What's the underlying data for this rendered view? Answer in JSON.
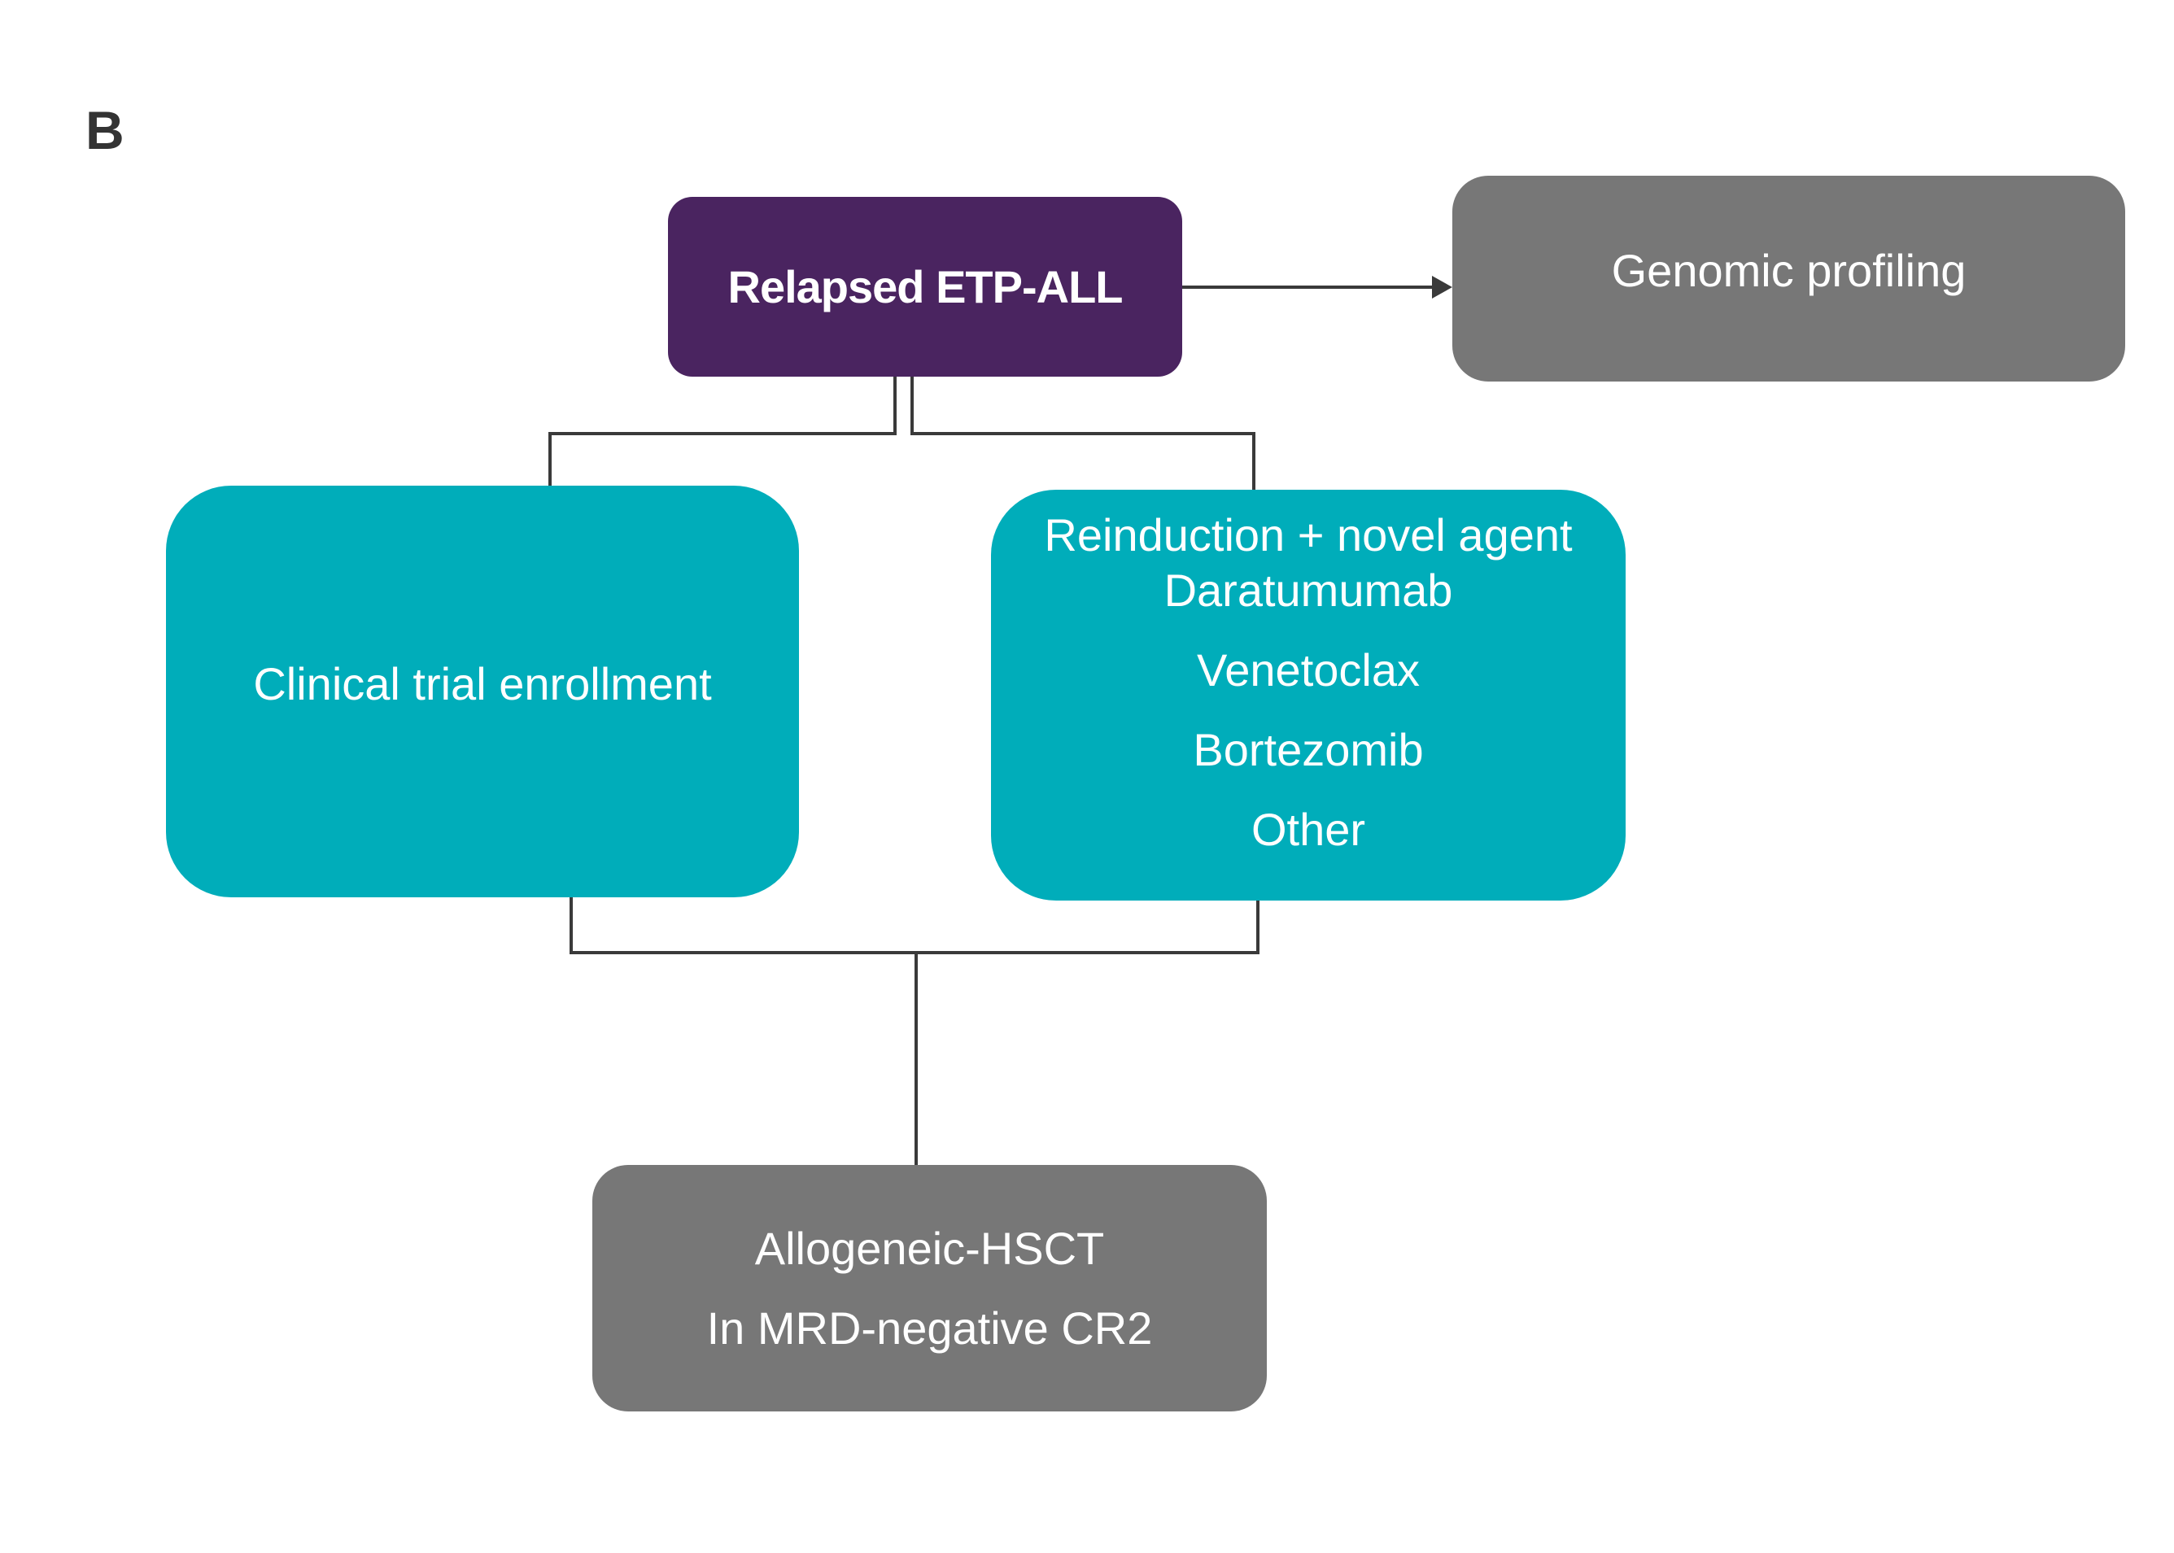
{
  "panel_label": "B",
  "nodes": {
    "relapsed": {
      "label": "Relapsed ETP-ALL",
      "color": "#4a2460"
    },
    "genomic": {
      "label": "Genomic profiling",
      "color": "#777777"
    },
    "clinical_trial": {
      "label": "Clinical trial enrollment",
      "color": "#00adba"
    },
    "reinduction": {
      "title": "Reinduction + novel agent",
      "items": [
        "Daratumumab",
        "Venetoclax",
        "Bortezomib",
        "Other"
      ],
      "color": "#00adba"
    },
    "allo_hsct": {
      "lines": [
        "Allogeneic-HSCT",
        "In MRD-negative CR2"
      ],
      "color": "#777777"
    }
  },
  "edges": [
    {
      "from": "relapsed",
      "to": "genomic",
      "type": "arrow"
    },
    {
      "from": "relapsed",
      "to": "clinical_trial",
      "type": "elbow"
    },
    {
      "from": "relapsed",
      "to": "reinduction",
      "type": "elbow"
    },
    {
      "from": "clinical_trial",
      "to": "allo_hsct",
      "type": "elbow"
    },
    {
      "from": "reinduction",
      "to": "allo_hsct",
      "type": "elbow"
    }
  ],
  "line_color": "#3a3a3a"
}
